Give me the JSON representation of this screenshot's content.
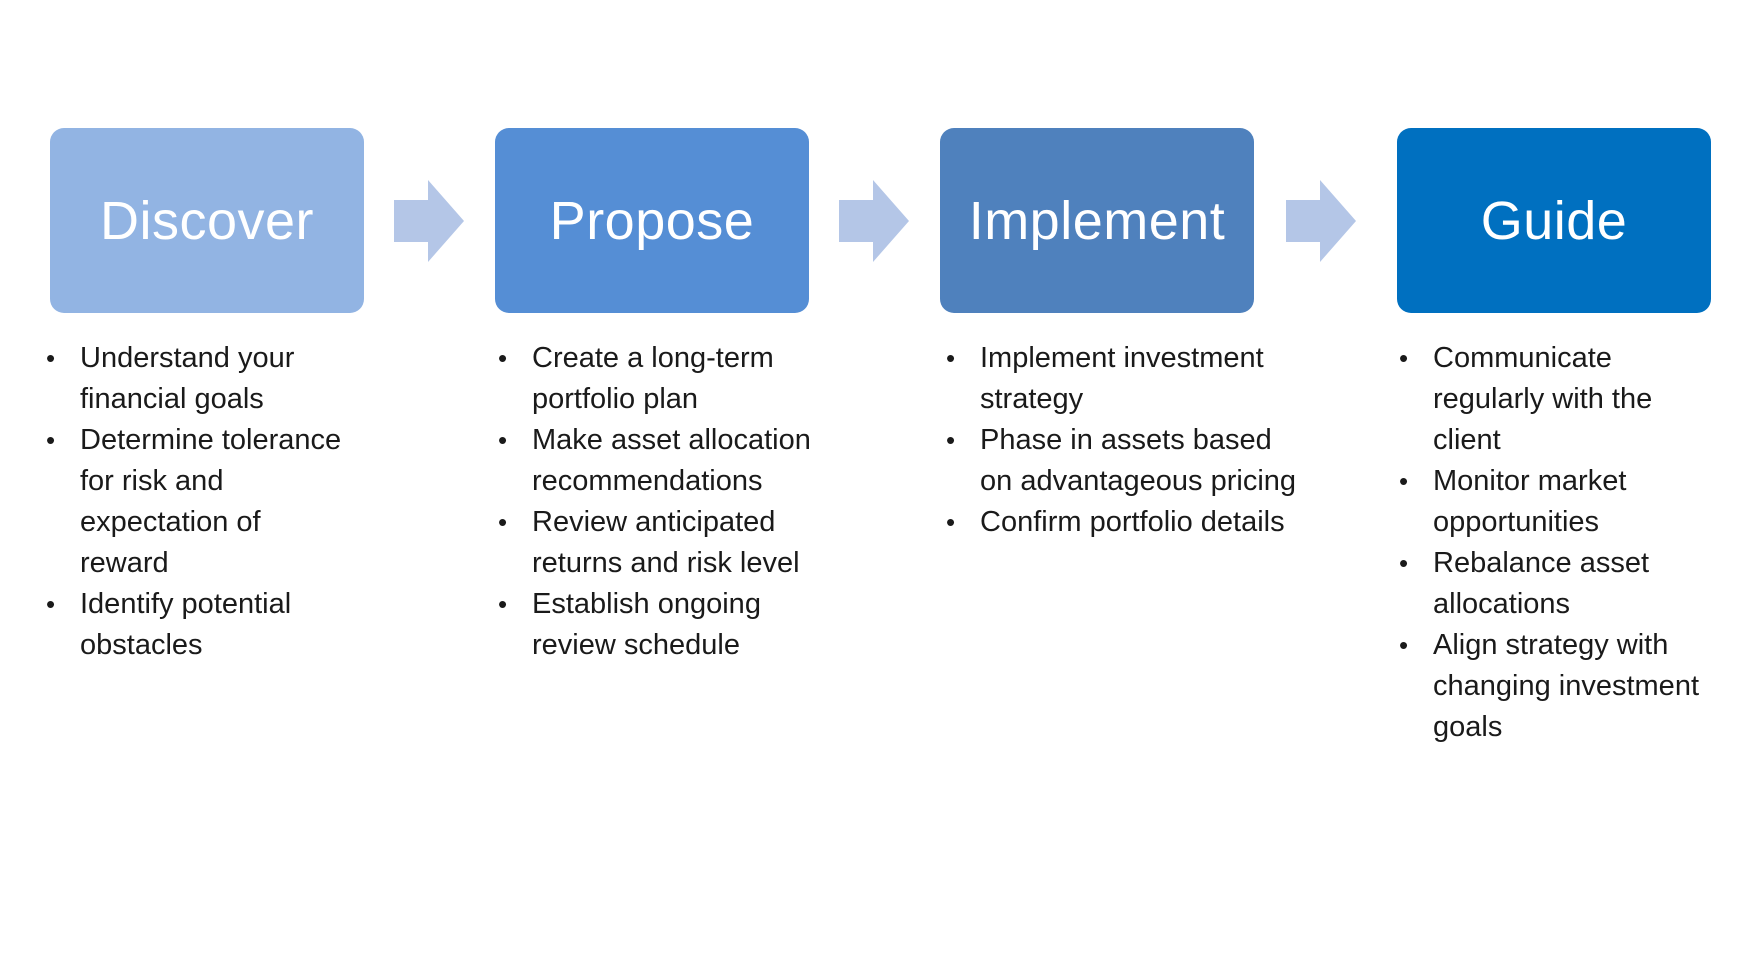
{
  "stages": [
    {
      "title": "Discover",
      "color": "#92b4e3",
      "bullets": [
        "Understand your financial goals",
        "Determine tolerance for risk and expectation of reward",
        "Identify potential obstacles"
      ]
    },
    {
      "title": "Propose",
      "color": "#558ed5",
      "bullets": [
        "Create a long-term portfolio plan",
        "Make asset allocation recommendations",
        "Review anticipated returns and risk level",
        "Establish ongoing review schedule"
      ]
    },
    {
      "title": "Implement",
      "color": "#4f81bd",
      "bullets": [
        "Implement investment strategy",
        "Phase in assets based on advantageous pricing",
        "Confirm portfolio details"
      ]
    },
    {
      "title": "Guide",
      "color": "#0070c0",
      "bullets": [
        "Communicate regularly with the client",
        "Monitor market opportunities",
        "Rebalance asset allocations",
        "Align strategy with changing investment goals"
      ]
    }
  ],
  "arrow_color": "#b4c6e7"
}
